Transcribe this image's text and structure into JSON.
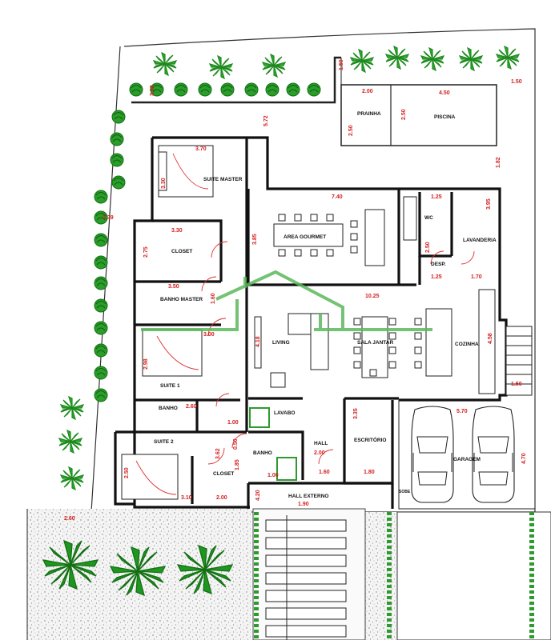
{
  "rooms": {
    "suite_master": "SUITE MASTER",
    "closet_master": "CLOSET",
    "banho_master": "BANHO MASTER",
    "suite1": "SUITE 1",
    "banho1": "BANHO",
    "suite2": "SUITE 2",
    "closet2": "CLOSET",
    "area_gourmet": "AREA GOURMET",
    "living": "LIVING",
    "sala_jantar": "SALA JANTAR",
    "cozinha": "COZINHA",
    "wc": "WC",
    "lavanderia": "LAVANDERIA",
    "desp": "DESP.",
    "lavabo": "LAVABO",
    "banho2": "BANHO",
    "hall": "HALL",
    "hall_externo": "HALL EXTERNO",
    "escritorio": "ESCRITÓRIO",
    "garagem": "GARAGEM",
    "prainha": "PRAINHA",
    "piscina": "PISCINA",
    "subir": "SOBE"
  },
  "dims": {
    "d150a": "1.50",
    "d200a": "2.00",
    "d450": "4.50",
    "d150b": "1.50",
    "d250a": "2.50",
    "d250b": "2.50",
    "d362a": "3.62",
    "d182": "1.82",
    "d572": "5.72",
    "d370": "3.70",
    "d330a": "3.30",
    "d330b": "3.30",
    "d740": "7.40",
    "d125a": "1.25",
    "d395": "3.95",
    "d385": "3.85",
    "d250c": "2.50",
    "d125b": "1.25",
    "d170": "1.70",
    "d275": "2.75",
    "d350": "3.50",
    "d160a": "1.60",
    "d1025": "10.25",
    "d300": "3.00",
    "d298": "2.98",
    "d418": "4.18",
    "d458": "4.58",
    "d150c": "1.50",
    "d260": "2.60",
    "d100": "1.00",
    "d335": "3.35",
    "d570": "5.70",
    "d470": "4.70",
    "d200b": "2.00",
    "d160b": "1.60",
    "d250d": "2.50",
    "d310": "3.10",
    "d200c": "2.00",
    "d185": "1.85",
    "d180": "1.80",
    "d190": "1.90",
    "d260b": "2.60",
    "d420": "4.20",
    "d100b": "1.00",
    "d362b": "3.62",
    "d050": "0.50",
    "d339": "3.39"
  },
  "colors": {
    "wall": "#111111",
    "dimension": "#d42020",
    "vegetation": "#2e9a2e",
    "logo": "#5cb85c",
    "pavement": "#8a8a8a"
  },
  "icons": [
    "palm-icon",
    "shrub-icon",
    "car-icon",
    "bed-icon",
    "table-icon",
    "watermark-house-icon"
  ]
}
